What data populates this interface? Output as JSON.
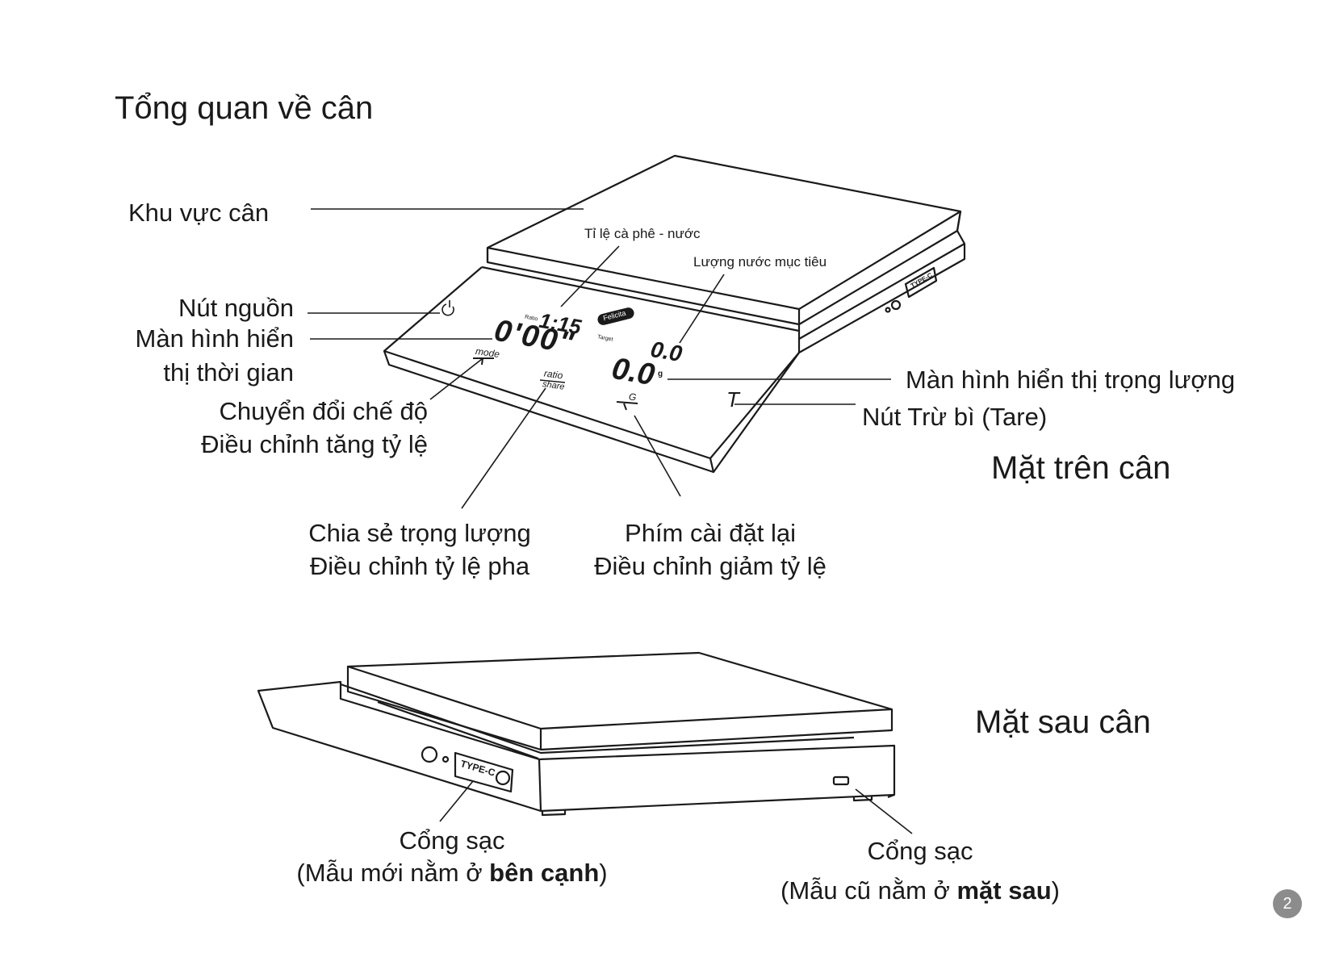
{
  "page": {
    "title": "Tổng quan về cân",
    "number": "2"
  },
  "top_view": {
    "section_label": "Mặt trên cân",
    "labels": {
      "weighing_area": "Khu vực cân",
      "power_button": "Nút nguồn",
      "timer_display_1": "Màn hình hiển",
      "timer_display_2": "thị thời gian",
      "mode_switch_1": "Chuyển đổi chế độ",
      "mode_switch_2": "Điều chỉnh tăng tỷ lệ",
      "share_1": "Chia sẻ trọng lượng",
      "share_2": "Điều chỉnh tỷ lệ pha",
      "reset_1": "Phím cài đặt lại",
      "reset_2": "Điều chỉnh giảm tỷ lệ",
      "weight_display": "Màn hình hiển thị trọng lượng",
      "tare_button": "Nút Trừ bì (Tare)",
      "ratio": "Tỉ lệ cà phê - nước",
      "target_water": "Lượng nước mục tiêu"
    },
    "device": {
      "ratio_value": "1:15",
      "timer_value": "0'00\"",
      "target_value": "0.0",
      "weight_value": "0.0",
      "mode_key": "mode",
      "ratio_key": "ratio",
      "share_key": "share",
      "tare_key": "T",
      "brand": "Felicita",
      "small_ratio_tag": "Ratio",
      "small_target_tag": "Target",
      "unit_g": "g",
      "reset_key": "G",
      "port_label": "TYPE-C"
    }
  },
  "back_view": {
    "section_label": "Mặt sau cân",
    "port_new_1": "Cổng sạc",
    "port_new_2_prefix": "(Mẫu mới nằm ở ",
    "port_new_2_bold": "bên cạnh",
    "port_new_2_suffix": ")",
    "port_old_1": "Cổng sạc",
    "port_old_2_prefix": "(Mẫu cũ nằm ở ",
    "port_old_2_bold": "mặt sau",
    "port_old_2_suffix": ")",
    "port_label": "TYPE-C"
  },
  "colors": {
    "ink": "#1a1a1a",
    "page_badge": "#8c8c8c"
  }
}
